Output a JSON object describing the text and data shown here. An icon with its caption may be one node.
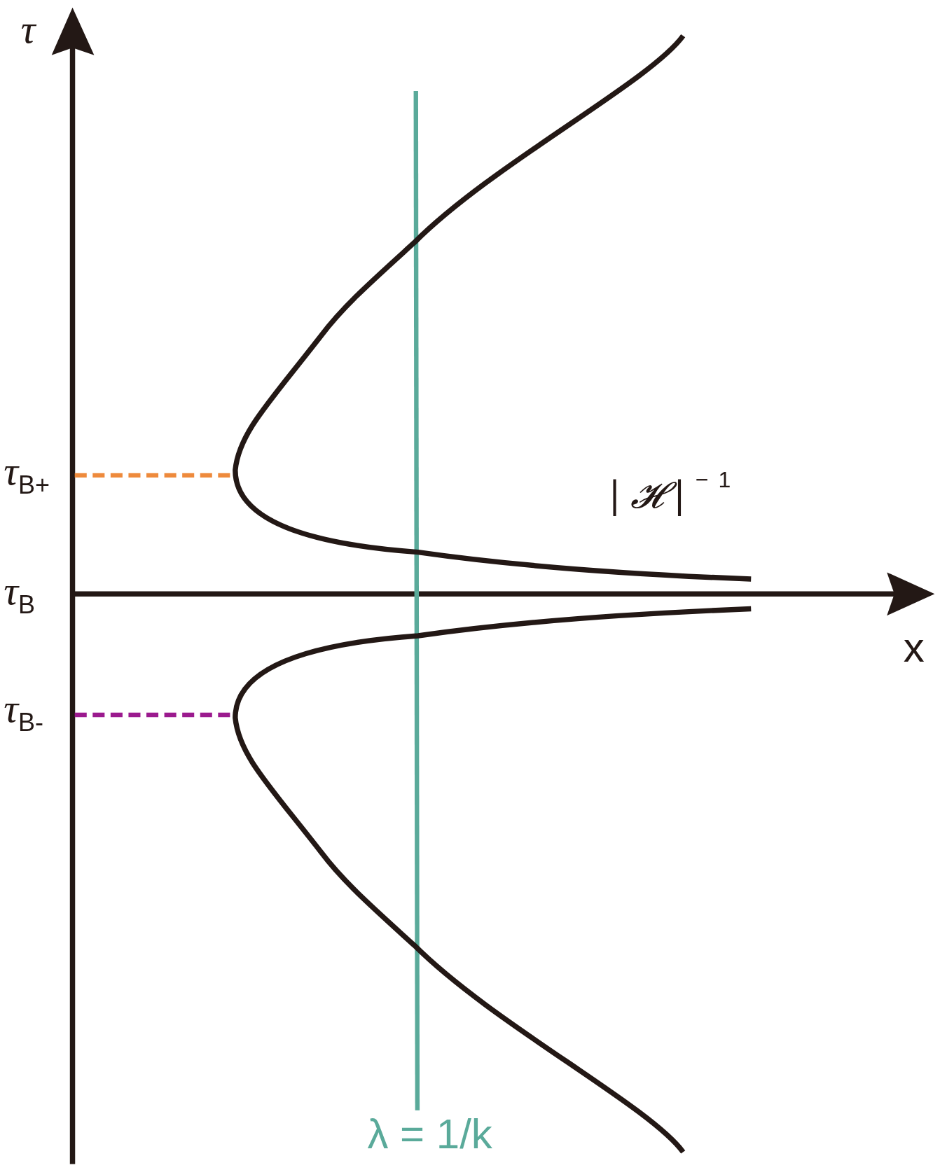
{
  "diagram": {
    "labels": [
      "τ",
      "τ$_{B+}$",
      "|𝓗|$^{−1}$",
      "τ$_{B}$",
      "x",
      "τ$_{B-}$",
      "λ = 1/k"
    ]
  }
}
